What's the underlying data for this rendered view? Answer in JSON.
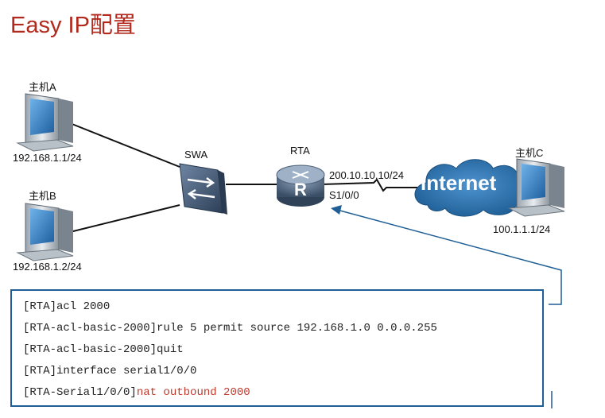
{
  "title": "Easy IP配置",
  "nodes": {
    "host_a": {
      "name": "主机A",
      "ip": "192.168.1.1/24",
      "icon": "pc-icon"
    },
    "host_b": {
      "name": "主机B",
      "ip": "192.168.1.2/24",
      "icon": "pc-icon"
    },
    "swa": {
      "name": "SWA",
      "icon": "switch-icon"
    },
    "rta": {
      "name": "RTA",
      "interface_ip": "200.10.10.10/24",
      "interface": "S1/0/0",
      "icon": "router-icon"
    },
    "internet": {
      "label": "Internet",
      "icon": "cloud-icon"
    },
    "host_c": {
      "name": "主机C",
      "ip": "100.1.1.1/24",
      "icon": "pc-icon"
    }
  },
  "config": {
    "lines": [
      {
        "prefix": "[RTA]acl 2000",
        "highlight": ""
      },
      {
        "prefix": "[RTA-acl-basic-2000]rule 5 permit source 192.168.1.0 0.0.0.255",
        "highlight": ""
      },
      {
        "prefix": "[RTA-acl-basic-2000]quit",
        "highlight": ""
      },
      {
        "prefix": "[RTA]interface serial1/0/0",
        "highlight": ""
      },
      {
        "prefix": "[RTA-Serial1/0/0]",
        "highlight": "nat outbound 2000"
      }
    ]
  },
  "colors": {
    "title": "#b22a1e",
    "border": "#1f5f96",
    "highlight": "#c0392b",
    "cloud": "#2c6fa6"
  }
}
